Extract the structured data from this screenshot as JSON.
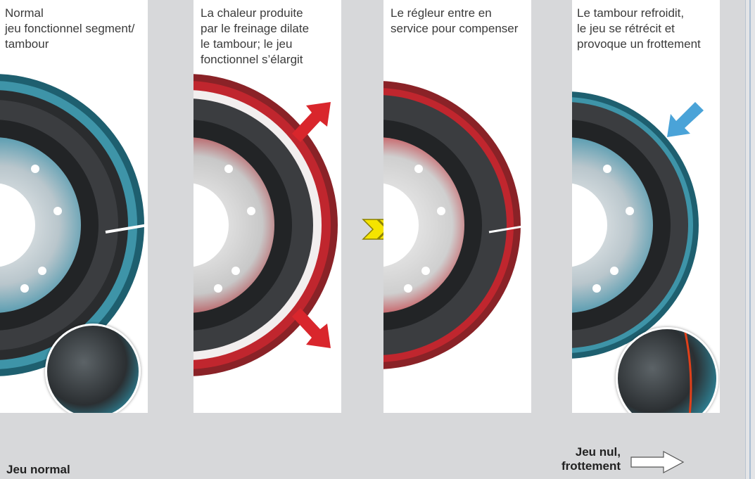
{
  "panels": [
    {
      "caption": "Normal\njeu fonctionnel segment/\ntambour"
    },
    {
      "caption": "La chaleur produite\npar le freinage dilate\nle tambour; le jeu\nfonctionnel s’élargit"
    },
    {
      "caption": "Le régleur entre en\nservice pour compenser"
    },
    {
      "caption": "Le tambour refroidit,\nle jeu se rétrécit et\nprovoque un frottement"
    }
  ],
  "labels": {
    "normal_gap": "Jeu normal",
    "zero_gap": "Jeu nul,\nfrottement"
  },
  "colors": {
    "background": "#d7d8da",
    "panel": "#ffffff",
    "drum_cool": "#2f8fa3",
    "drum_hot": "#c0262e",
    "arrow_red": "#d9262c",
    "arrow_blue": "#4aa3d8",
    "arrow_yellow": "#f5e400",
    "friction_line": "#e0401a"
  }
}
